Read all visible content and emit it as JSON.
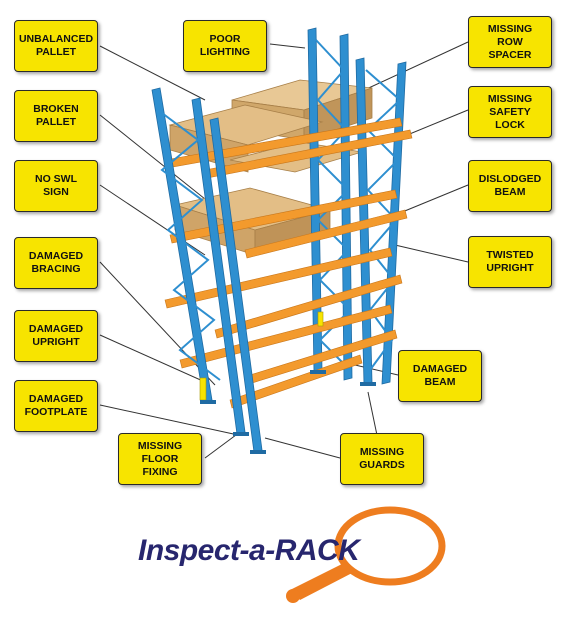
{
  "callouts": [
    {
      "id": "unbalanced-pallet",
      "text": "UNBALANCED\nPALLET"
    },
    {
      "id": "poor-lighting",
      "text": "POOR\nLIGHTING"
    },
    {
      "id": "missing-row-spacer",
      "text": "MISSING\nROW\nSPACER"
    },
    {
      "id": "broken-pallet",
      "text": "BROKEN\nPALLET"
    },
    {
      "id": "missing-safety-lock",
      "text": "MISSING\nSAFETY\nLOCK"
    },
    {
      "id": "no-swl-sign",
      "text": "NO SWL\nSIGN"
    },
    {
      "id": "dislodged-beam",
      "text": "DISLODGED\nBEAM"
    },
    {
      "id": "damaged-bracing",
      "text": "DAMAGED\nBRACING"
    },
    {
      "id": "twisted-upright",
      "text": "TWISTED\nUPRIGHT"
    },
    {
      "id": "damaged-upright",
      "text": "DAMAGED\nUPRIGHT"
    },
    {
      "id": "damaged-beam",
      "text": "DAMAGED\nBEAM"
    },
    {
      "id": "damaged-footplate",
      "text": "DAMAGED\nFOOTPLATE"
    },
    {
      "id": "missing-floor-fixing",
      "text": "MISSING\nFLOOR\nFIXING"
    },
    {
      "id": "missing-guards",
      "text": "MISSING\nGUARDS"
    }
  ],
  "logo": {
    "text": "Inspect-a-RACK",
    "icon": "magnifying-glass-icon"
  },
  "colors": {
    "callout": "#f7e400",
    "upright": "#2e8fd0",
    "beam": "#f39a2d",
    "pallet": "#d9b27c",
    "logo_text": "#27266e",
    "logo_ring": "#ee7d1f"
  }
}
